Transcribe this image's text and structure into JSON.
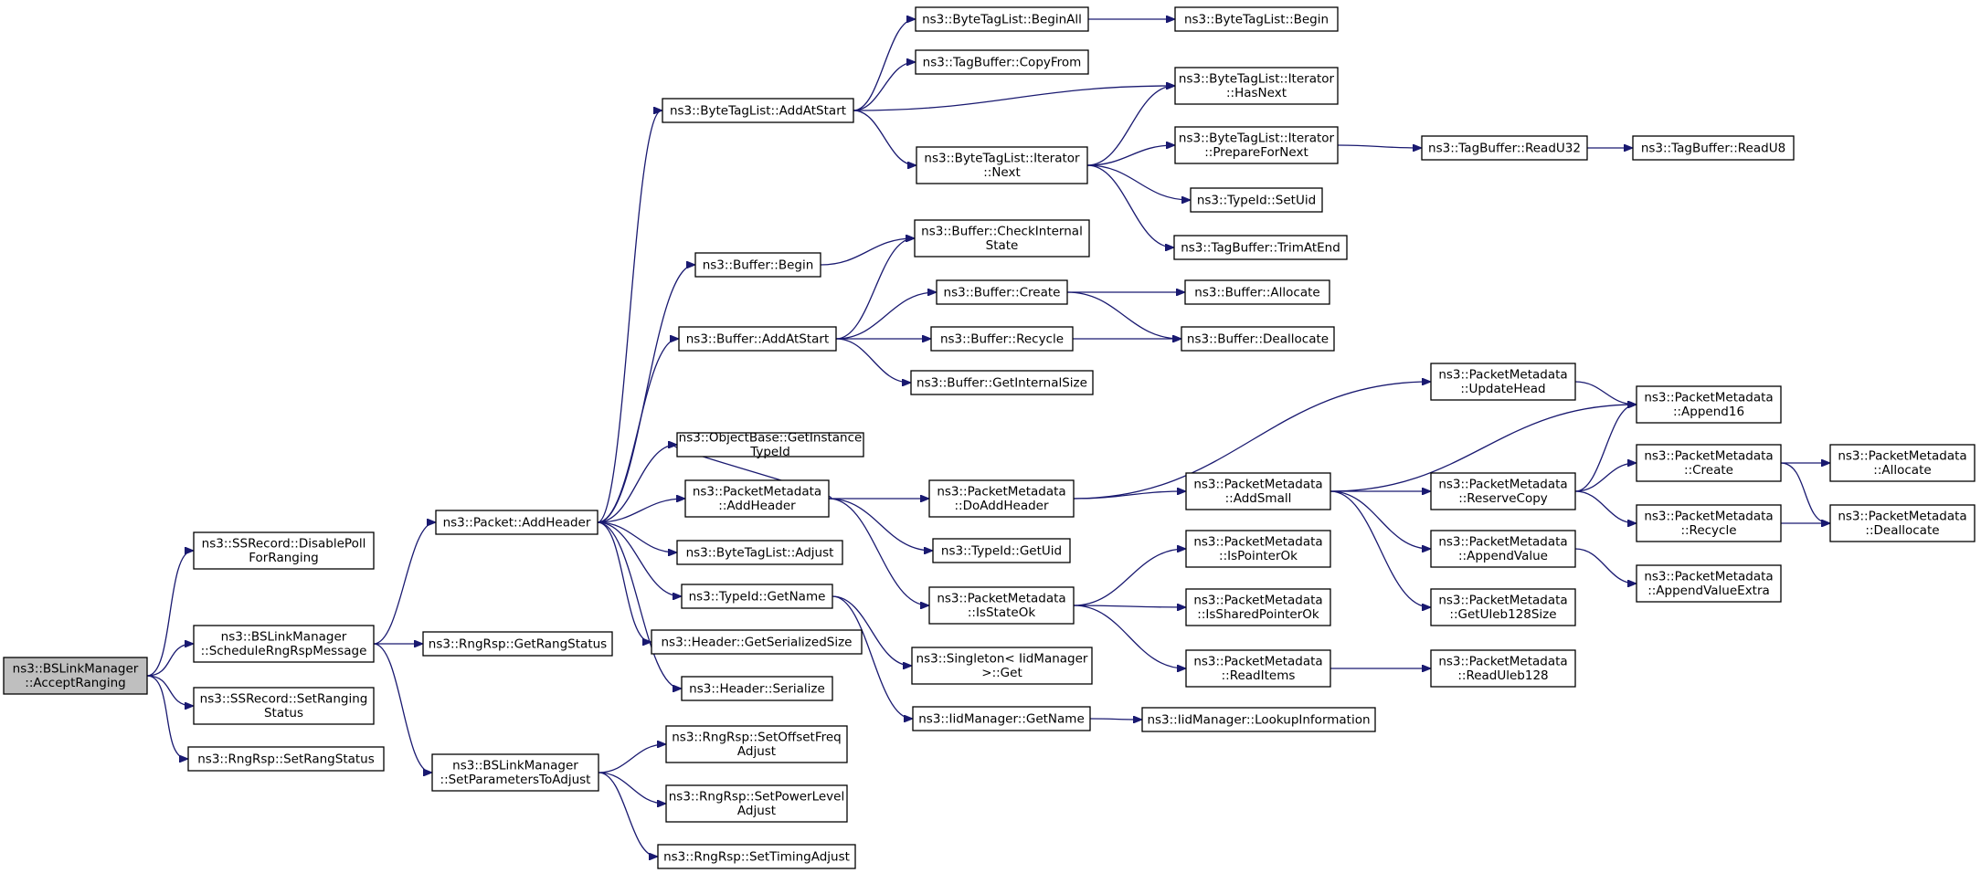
{
  "colors": {
    "edge": "#191970",
    "root_fill": "#bfbfbf",
    "node_fill": "#ffffff",
    "node_border": "#000000"
  },
  "nodes": [
    {
      "id": "n0",
      "lines": [
        "ns3::BSLinkManager",
        "::AcceptRanging"
      ],
      "root": true
    },
    {
      "id": "n1",
      "lines": [
        "ns3::SSRecord::DisablePoll",
        "ForRanging"
      ]
    },
    {
      "id": "n2",
      "lines": [
        "ns3::BSLinkManager",
        "::ScheduleRngRspMessage"
      ]
    },
    {
      "id": "n3",
      "lines": [
        "ns3::SSRecord::SetRanging",
        "Status"
      ]
    },
    {
      "id": "n4",
      "lines": [
        "ns3::RngRsp::SetRangStatus"
      ]
    },
    {
      "id": "n5",
      "lines": [
        "ns3::Packet::AddHeader"
      ]
    },
    {
      "id": "n6",
      "lines": [
        "ns3::RngRsp::GetRangStatus"
      ]
    },
    {
      "id": "n7",
      "lines": [
        "ns3::BSLinkManager",
        "::SetParametersToAdjust"
      ]
    },
    {
      "id": "n8",
      "lines": [
        "ns3::ByteTagList::AddAtStart"
      ]
    },
    {
      "id": "n9",
      "lines": [
        "ns3::Buffer::Begin"
      ]
    },
    {
      "id": "n10",
      "lines": [
        "ns3::Buffer::AddAtStart"
      ]
    },
    {
      "id": "n11",
      "lines": [
        "ns3::ObjectBase::GetInstance",
        "TypeId"
      ]
    },
    {
      "id": "n12",
      "lines": [
        "ns3::PacketMetadata",
        "::AddHeader"
      ]
    },
    {
      "id": "n13",
      "lines": [
        "ns3::ByteTagList::Adjust"
      ]
    },
    {
      "id": "n14",
      "lines": [
        "ns3::TypeId::GetName"
      ]
    },
    {
      "id": "n15",
      "lines": [
        "ns3::Header::GetSerializedSize"
      ]
    },
    {
      "id": "n16",
      "lines": [
        "ns3::Header::Serialize"
      ]
    },
    {
      "id": "n17",
      "lines": [
        "ns3::RngRsp::SetOffsetFreq",
        "Adjust"
      ]
    },
    {
      "id": "n18",
      "lines": [
        "ns3::RngRsp::SetPowerLevel",
        "Adjust"
      ]
    },
    {
      "id": "n19",
      "lines": [
        "ns3::RngRsp::SetTimingAdjust"
      ]
    },
    {
      "id": "n20",
      "lines": [
        "ns3::ByteTagList::BeginAll"
      ]
    },
    {
      "id": "n21",
      "lines": [
        "ns3::TagBuffer::CopyFrom"
      ]
    },
    {
      "id": "n22",
      "lines": [
        "ns3::ByteTagList::Iterator",
        "::Next"
      ]
    },
    {
      "id": "n23",
      "lines": [
        "ns3::Buffer::CheckInternal",
        "State"
      ]
    },
    {
      "id": "n24",
      "lines": [
        "ns3::Buffer::Create"
      ]
    },
    {
      "id": "n25",
      "lines": [
        "ns3::Buffer::Recycle"
      ]
    },
    {
      "id": "n26",
      "lines": [
        "ns3::Buffer::GetInternalSize"
      ]
    },
    {
      "id": "n27",
      "lines": [
        "ns3::PacketMetadata",
        "::DoAddHeader"
      ]
    },
    {
      "id": "n28",
      "lines": [
        "ns3::TypeId::GetUid"
      ]
    },
    {
      "id": "n29",
      "lines": [
        "ns3::PacketMetadata",
        "::IsStateOk"
      ]
    },
    {
      "id": "n30",
      "lines": [
        "ns3::Singleton< IidManager",
        ">::Get"
      ]
    },
    {
      "id": "n31",
      "lines": [
        "ns3::IidManager::GetName"
      ]
    },
    {
      "id": "n32",
      "lines": [
        "ns3::ByteTagList::Begin"
      ]
    },
    {
      "id": "n33",
      "lines": [
        "ns3::ByteTagList::Iterator",
        "::HasNext"
      ]
    },
    {
      "id": "n34",
      "lines": [
        "ns3::ByteTagList::Iterator",
        "::PrepareForNext"
      ]
    },
    {
      "id": "n35",
      "lines": [
        "ns3::TypeId::SetUid"
      ]
    },
    {
      "id": "n36",
      "lines": [
        "ns3::TagBuffer::TrimAtEnd"
      ]
    },
    {
      "id": "n37",
      "lines": [
        "ns3::Buffer::Allocate"
      ]
    },
    {
      "id": "n38",
      "lines": [
        "ns3::Buffer::Deallocate"
      ]
    },
    {
      "id": "n39",
      "lines": [
        "ns3::PacketMetadata",
        "::UpdateHead"
      ]
    },
    {
      "id": "n40",
      "lines": [
        "ns3::PacketMetadata",
        "::AddSmall"
      ]
    },
    {
      "id": "n41",
      "lines": [
        "ns3::PacketMetadata",
        "::IsPointerOk"
      ]
    },
    {
      "id": "n42",
      "lines": [
        "ns3::PacketMetadata",
        "::IsSharedPointerOk"
      ]
    },
    {
      "id": "n43",
      "lines": [
        "ns3::PacketMetadata",
        "::ReadItems"
      ]
    },
    {
      "id": "n44",
      "lines": [
        "ns3::IidManager::LookupInformation"
      ]
    },
    {
      "id": "n45",
      "lines": [
        "ns3::TagBuffer::ReadU32"
      ]
    },
    {
      "id": "n46",
      "lines": [
        "ns3::TagBuffer::ReadU8"
      ]
    },
    {
      "id": "n47",
      "lines": [
        "ns3::PacketMetadata",
        "::ReserveCopy"
      ]
    },
    {
      "id": "n48",
      "lines": [
        "ns3::PacketMetadata",
        "::AppendValue"
      ]
    },
    {
      "id": "n49",
      "lines": [
        "ns3::PacketMetadata",
        "::GetUleb128Size"
      ]
    },
    {
      "id": "n50",
      "lines": [
        "ns3::PacketMetadata",
        "::ReadUleb128"
      ]
    },
    {
      "id": "n51",
      "lines": [
        "ns3::PacketMetadata",
        "::Append16"
      ]
    },
    {
      "id": "n52",
      "lines": [
        "ns3::PacketMetadata",
        "::Create"
      ]
    },
    {
      "id": "n53",
      "lines": [
        "ns3::PacketMetadata",
        "::Recycle"
      ]
    },
    {
      "id": "n54",
      "lines": [
        "ns3::PacketMetadata",
        "::AppendValueExtra"
      ]
    },
    {
      "id": "n55",
      "lines": [
        "ns3::PacketMetadata",
        "::Allocate"
      ]
    },
    {
      "id": "n56",
      "lines": [
        "ns3::PacketMetadata",
        "::Deallocate"
      ]
    }
  ],
  "edges": [
    [
      "n0",
      "n1"
    ],
    [
      "n0",
      "n2"
    ],
    [
      "n0",
      "n3"
    ],
    [
      "n0",
      "n4"
    ],
    [
      "n2",
      "n5"
    ],
    [
      "n2",
      "n6"
    ],
    [
      "n2",
      "n7"
    ],
    [
      "n5",
      "n8"
    ],
    [
      "n5",
      "n9"
    ],
    [
      "n5",
      "n10"
    ],
    [
      "n5",
      "n11"
    ],
    [
      "n5",
      "n12"
    ],
    [
      "n5",
      "n13"
    ],
    [
      "n5",
      "n14"
    ],
    [
      "n5",
      "n15"
    ],
    [
      "n5",
      "n16"
    ],
    [
      "n7",
      "n17"
    ],
    [
      "n7",
      "n18"
    ],
    [
      "n7",
      "n19"
    ],
    [
      "n8",
      "n20"
    ],
    [
      "n8",
      "n21"
    ],
    [
      "n8",
      "n33"
    ],
    [
      "n8",
      "n22"
    ],
    [
      "n9",
      "n23"
    ],
    [
      "n10",
      "n23"
    ],
    [
      "n10",
      "n24"
    ],
    [
      "n10",
      "n25"
    ],
    [
      "n10",
      "n26"
    ],
    [
      "n12",
      "n11"
    ],
    [
      "n12",
      "n27"
    ],
    [
      "n12",
      "n28"
    ],
    [
      "n12",
      "n29"
    ],
    [
      "n14",
      "n30"
    ],
    [
      "n14",
      "n31"
    ],
    [
      "n20",
      "n32"
    ],
    [
      "n22",
      "n33"
    ],
    [
      "n22",
      "n34"
    ],
    [
      "n22",
      "n35"
    ],
    [
      "n22",
      "n36"
    ],
    [
      "n24",
      "n37"
    ],
    [
      "n24",
      "n38"
    ],
    [
      "n25",
      "n38"
    ],
    [
      "n27",
      "n39"
    ],
    [
      "n27",
      "n40"
    ],
    [
      "n29",
      "n41"
    ],
    [
      "n29",
      "n42"
    ],
    [
      "n29",
      "n43"
    ],
    [
      "n31",
      "n44"
    ],
    [
      "n34",
      "n45"
    ],
    [
      "n45",
      "n46"
    ],
    [
      "n39",
      "n51"
    ],
    [
      "n40",
      "n51"
    ],
    [
      "n40",
      "n47"
    ],
    [
      "n40",
      "n48"
    ],
    [
      "n40",
      "n49"
    ],
    [
      "n43",
      "n50"
    ],
    [
      "n47",
      "n51"
    ],
    [
      "n47",
      "n52"
    ],
    [
      "n47",
      "n53"
    ],
    [
      "n48",
      "n54"
    ],
    [
      "n52",
      "n55"
    ],
    [
      "n52",
      "n56"
    ],
    [
      "n53",
      "n56"
    ]
  ]
}
